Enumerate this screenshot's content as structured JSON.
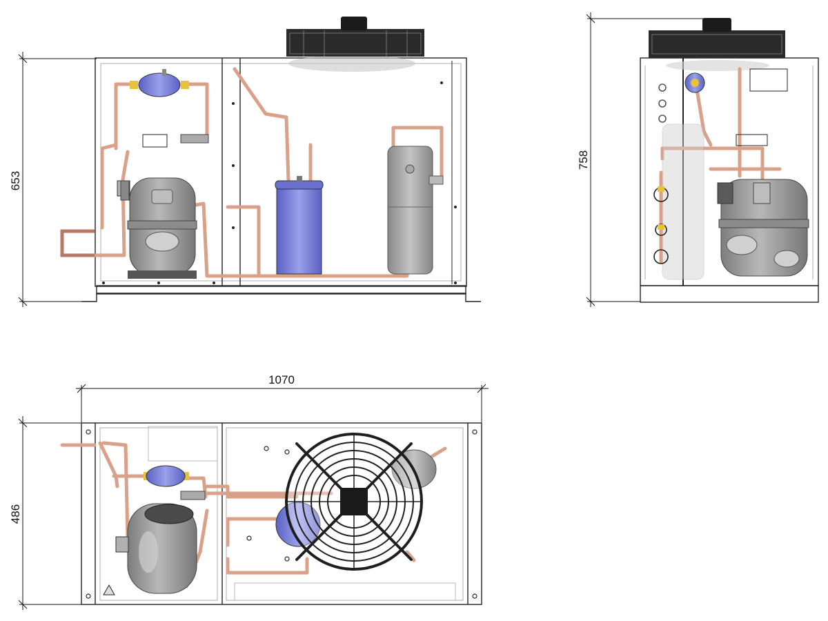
{
  "dimensions": {
    "height_front": "653",
    "height_side": "758",
    "width_top": "1070",
    "depth_top": "486"
  },
  "colors": {
    "copper": "#d9a08a",
    "copper_dark": "#b57a66",
    "receiver_blue": "#7f86d9",
    "brass": "#e8c23a",
    "compressor_gray": "#9a9a9a",
    "fan_black": "#1e1e1e",
    "frame": "#222222"
  },
  "views": [
    "front-view",
    "side-view",
    "top-view"
  ]
}
